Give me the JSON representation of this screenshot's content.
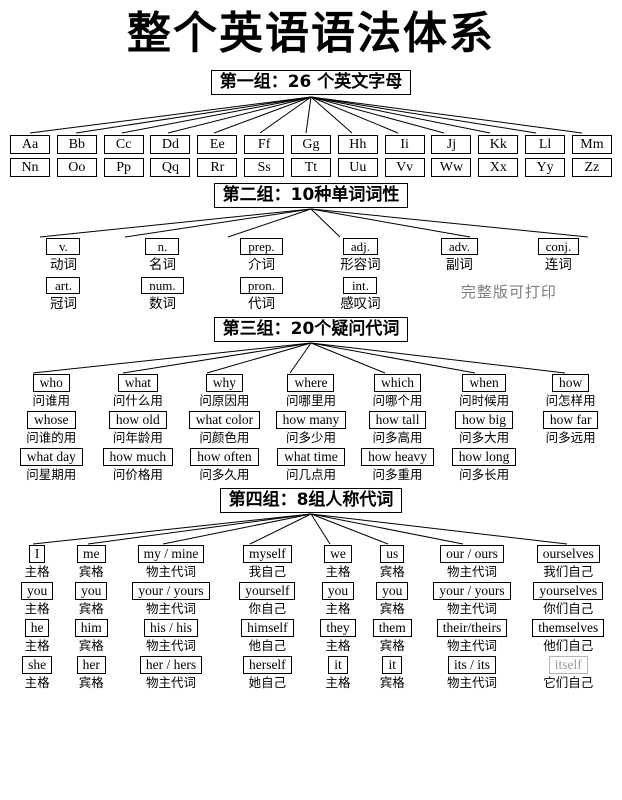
{
  "title": "整个英语语法体系",
  "note_handwritten": "完整版可打印",
  "groups": [
    {
      "header": "第一组：26 个英文字母",
      "rows": [
        [
          "Aa",
          "Bb",
          "Cc",
          "Dd",
          "Ee",
          "Ff",
          "Gg",
          "Hh",
          "Ii",
          "Jj",
          "Kk",
          "Ll",
          "Mm"
        ],
        [
          "Nn",
          "Oo",
          "Pp",
          "Qq",
          "Rr",
          "Ss",
          "Tt",
          "Uu",
          "Vv",
          "Ww",
          "Xx",
          "Yy",
          "Zz"
        ]
      ]
    },
    {
      "header": "第二组：10种单词词性",
      "rows": [
        [
          {
            "en": "v.",
            "cn": "动词"
          },
          {
            "en": "n.",
            "cn": "名词"
          },
          {
            "en": "prep.",
            "cn": "介词"
          },
          {
            "en": "adj.",
            "cn": "形容词"
          },
          {
            "en": "adv.",
            "cn": "副词"
          },
          {
            "en": "conj.",
            "cn": "连词"
          }
        ],
        [
          {
            "en": "art.",
            "cn": "冠词"
          },
          {
            "en": "num.",
            "cn": "数词"
          },
          {
            "en": "pron.",
            "cn": "代词"
          },
          {
            "en": "int.",
            "cn": "感叹词"
          }
        ]
      ]
    },
    {
      "header": "第三组：20个疑问代词",
      "rows": [
        [
          {
            "en": "who",
            "cn": "问谁用"
          },
          {
            "en": "what",
            "cn": "问什么用"
          },
          {
            "en": "why",
            "cn": "问原因用"
          },
          {
            "en": "where",
            "cn": "问哪里用"
          },
          {
            "en": "which",
            "cn": "问哪个用"
          },
          {
            "en": "when",
            "cn": "问时候用"
          },
          {
            "en": "how",
            "cn": "问怎样用"
          }
        ],
        [
          {
            "en": "whose",
            "cn": "问谁的用"
          },
          {
            "en": "how old",
            "cn": "问年龄用"
          },
          {
            "en": "what color",
            "cn": "问颜色用"
          },
          {
            "en": "how many",
            "cn": "问多少用"
          },
          {
            "en": "how tall",
            "cn": "问多高用"
          },
          {
            "en": "how big",
            "cn": "问多大用"
          },
          {
            "en": "how far",
            "cn": "问多远用"
          }
        ],
        [
          {
            "en": "what day",
            "cn": "问星期用"
          },
          {
            "en": "how much",
            "cn": "问价格用"
          },
          {
            "en": "how often",
            "cn": "问多久用"
          },
          {
            "en": "what time",
            "cn": "问几点用"
          },
          {
            "en": "how heavy",
            "cn": "问多重用"
          },
          {
            "en": "how long",
            "cn": "问多长用"
          }
        ]
      ]
    },
    {
      "header": "第四组：8组人称代词",
      "rows": [
        [
          {
            "en": "I",
            "cn": "主格"
          },
          {
            "en": "me",
            "cn": "宾格"
          },
          {
            "en": "my / mine",
            "cn": "物主代词"
          },
          {
            "en": "myself",
            "cn": "我自己"
          },
          {
            "en": "we",
            "cn": "主格"
          },
          {
            "en": "us",
            "cn": "宾格"
          },
          {
            "en": "our / ours",
            "cn": "物主代词"
          },
          {
            "en": "ourselves",
            "cn": "我们自己"
          }
        ],
        [
          {
            "en": "you",
            "cn": "主格"
          },
          {
            "en": "you",
            "cn": "宾格"
          },
          {
            "en": "your / yours",
            "cn": "物主代词"
          },
          {
            "en": "yourself",
            "cn": "你自己"
          },
          {
            "en": "you",
            "cn": "主格"
          },
          {
            "en": "you",
            "cn": "宾格"
          },
          {
            "en": "your / yours",
            "cn": "物主代词"
          },
          {
            "en": "yourselves",
            "cn": "你们自己"
          }
        ],
        [
          {
            "en": "he",
            "cn": "主格"
          },
          {
            "en": "him",
            "cn": "宾格"
          },
          {
            "en": "his / his",
            "cn": "物主代词"
          },
          {
            "en": "himself",
            "cn": "他自己"
          },
          {
            "en": "they",
            "cn": "主格"
          },
          {
            "en": "them",
            "cn": "宾格"
          },
          {
            "en": "their/theirs",
            "cn": "物主代词"
          },
          {
            "en": "themselves",
            "cn": "他们自己"
          }
        ],
        [
          {
            "en": "she",
            "cn": "主格"
          },
          {
            "en": "her",
            "cn": "宾格"
          },
          {
            "en": "her / hers",
            "cn": "物主代词"
          },
          {
            "en": "herself",
            "cn": "她自己"
          },
          {
            "en": "it",
            "cn": "主格"
          },
          {
            "en": "it",
            "cn": "宾格"
          },
          {
            "en": "its / its",
            "cn": "物主代词"
          },
          {
            "en": "itself",
            "cn": "它们自己"
          }
        ]
      ]
    }
  ]
}
